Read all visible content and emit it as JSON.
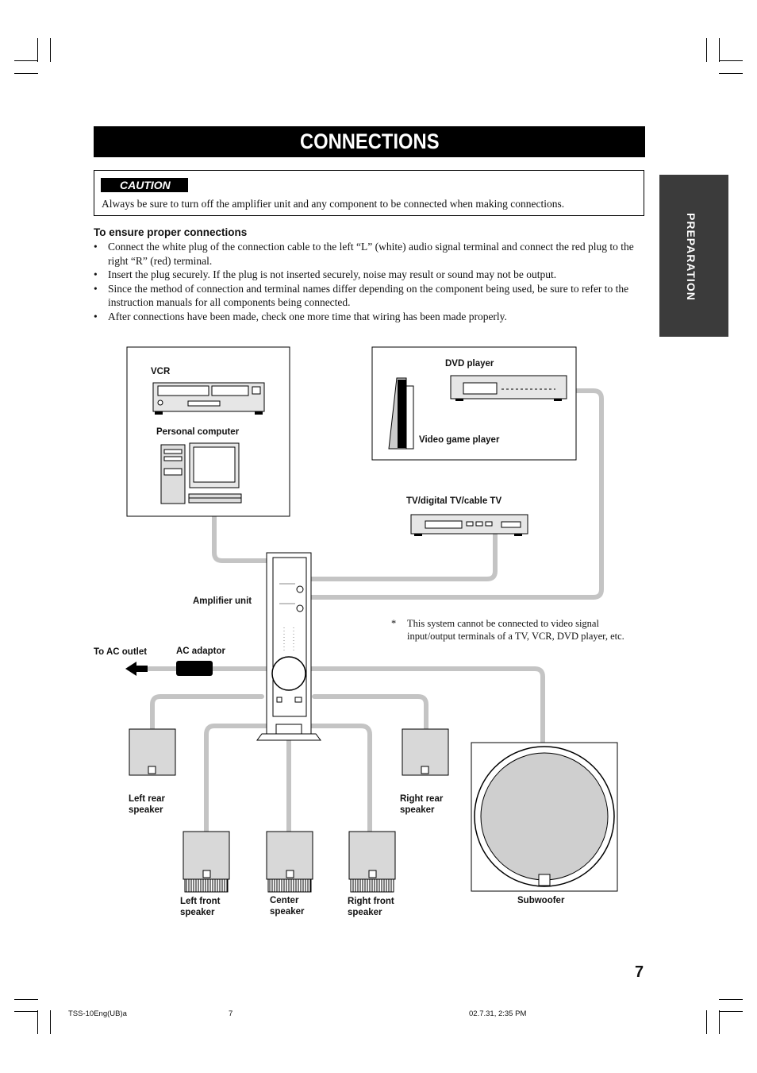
{
  "title": "CONNECTIONS",
  "caution": {
    "label": "CAUTION",
    "text": "Always be sure to turn off the amplifier unit and any component to be connected when making connections."
  },
  "side_tab": "PREPARATION",
  "section": {
    "heading": "To ensure proper connections",
    "bullets": [
      "Connect the white plug of the connection cable to the left “L” (white) audio signal terminal and connect the red plug to the right “R” (red) terminal.",
      "Insert the plug securely. If the plug is not inserted securely, noise may result or sound may not be output.",
      "Since the method of connection and terminal names differ depending on the component being used, be sure to refer to the instruction manuals for all components being connected.",
      "After connections have been made, check one more time that wiring has been made properly."
    ]
  },
  "diagram": {
    "vcr": "VCR",
    "pc": "Personal computer",
    "dvd": "DVD player",
    "game": "Video game player",
    "tv": "TV/digital TV/cable TV",
    "amp": "Amplifier unit",
    "ac_outlet": "To AC outlet",
    "ac_adaptor": "AC adaptor",
    "left_rear": "Left rear\nspeaker",
    "right_rear": "Right rear\nspeaker",
    "left_front": "Left front\nspeaker",
    "center": "Center\nspeaker",
    "right_front": "Right front\nspeaker",
    "subwoofer": "Subwoofer"
  },
  "note": "This system cannot be connected to video signal input/output terminals of a TV, VCR, DVD player, etc.",
  "page_number": "7",
  "footer": {
    "left": "TSS-10Eng(UB)a",
    "middle": "7",
    "right": "02.7.31, 2:35 PM"
  }
}
